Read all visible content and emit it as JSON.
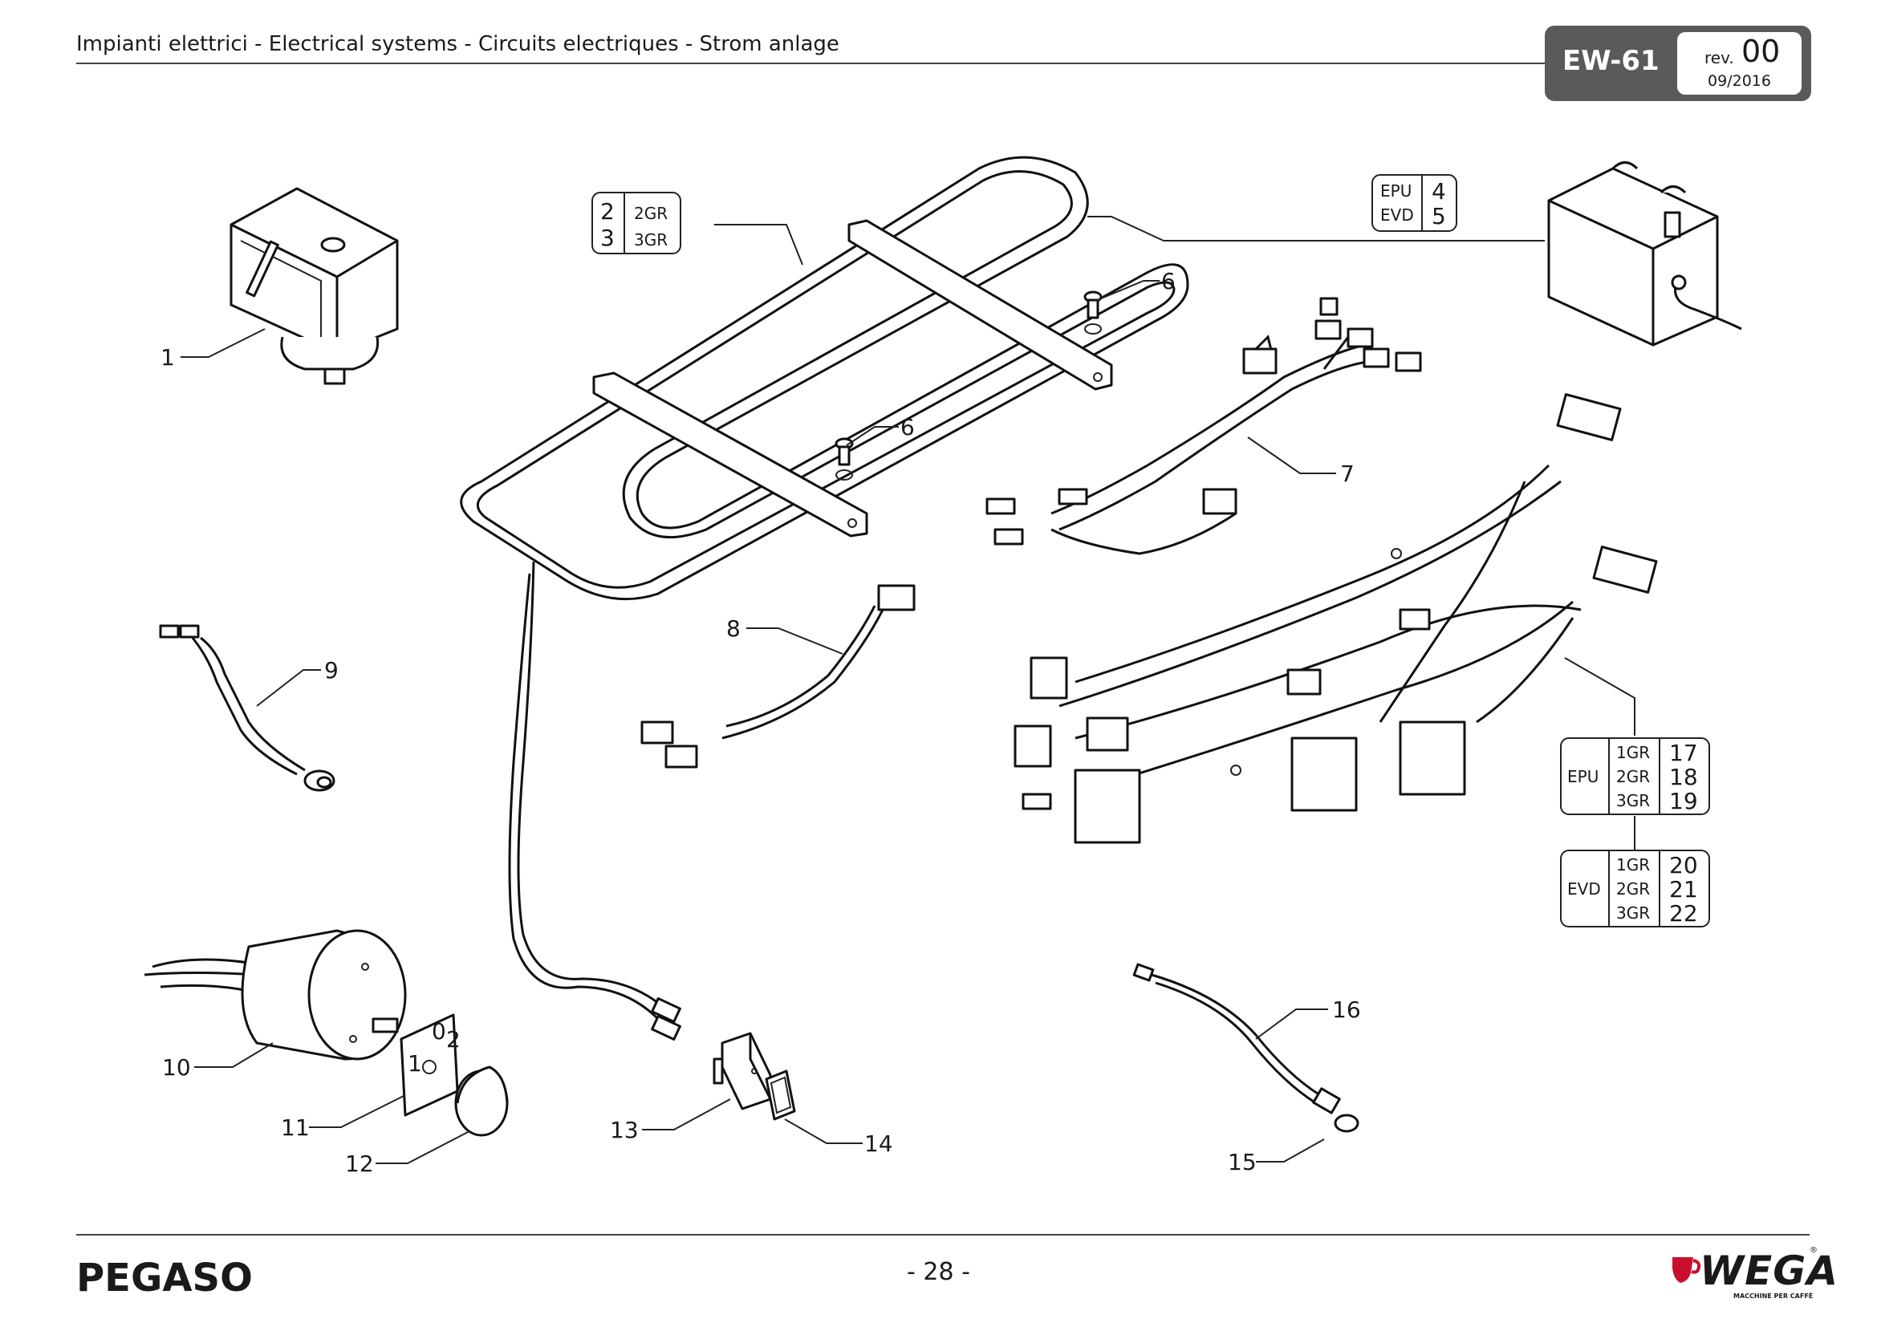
{
  "header": {
    "title": "Impianti elettrici  -  Electrical systems   -   Circuits electriques  -  Strom anlage",
    "code": "EW-61",
    "rev_label": "rev.",
    "rev_number": "00",
    "date": "09/2016"
  },
  "footer": {
    "model": "PEGASO",
    "page": "- 28 -",
    "brand": "WEGA",
    "brand_tagline": "MACCHINE PER CAFFÈ",
    "brand_mark": "®"
  },
  "callouts": {
    "c1": "1",
    "c6a": "6",
    "c6b": "6",
    "c7": "7",
    "c8": "8",
    "c9": "9",
    "c10": "10",
    "c11": "11",
    "c12": "12",
    "c13": "13",
    "c14": "14",
    "c15": "15",
    "c16": "16"
  },
  "heater_table": {
    "rows": [
      {
        "num": "2",
        "label": "2GR"
      },
      {
        "num": "3",
        "label": "3GR"
      }
    ]
  },
  "box_table": {
    "rows": [
      {
        "label": "EPU",
        "num": "4"
      },
      {
        "label": "EVD",
        "num": "5"
      }
    ]
  },
  "epu_table": {
    "label": "EPU",
    "rows": [
      {
        "group": "1GR",
        "num": "17"
      },
      {
        "group": "2GR",
        "num": "18"
      },
      {
        "group": "3GR",
        "num": "19"
      }
    ]
  },
  "evd_table": {
    "label": "EVD",
    "rows": [
      {
        "group": "1GR",
        "num": "20"
      },
      {
        "group": "2GR",
        "num": "21"
      },
      {
        "group": "3GR",
        "num": "22"
      }
    ]
  },
  "switch_marks": {
    "pos1": "1",
    "pos0": "0",
    "pos2": "2"
  }
}
